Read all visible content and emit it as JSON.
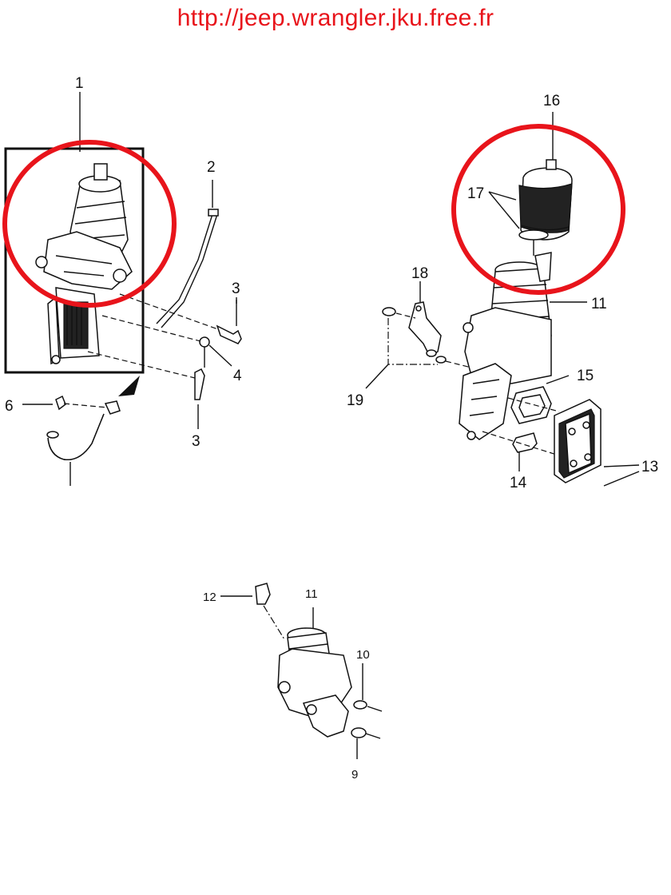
{
  "header": {
    "url_text": "http://jeep.wrangler.jku.free.fr"
  },
  "colors": {
    "accent_red": "#e8141b",
    "line": "#111111",
    "background": "#ffffff"
  },
  "callouts": {
    "c1": "1",
    "c2": "2",
    "c3a": "3",
    "c3b": "3",
    "c4": "4",
    "c6": "6",
    "c16": "16",
    "c17": "17",
    "c18": "18",
    "c11a": "11",
    "c15": "15",
    "c19": "19",
    "c14": "14",
    "c13": "13",
    "c12": "12",
    "c11b": "11",
    "c10": "10",
    "c9": "9"
  }
}
